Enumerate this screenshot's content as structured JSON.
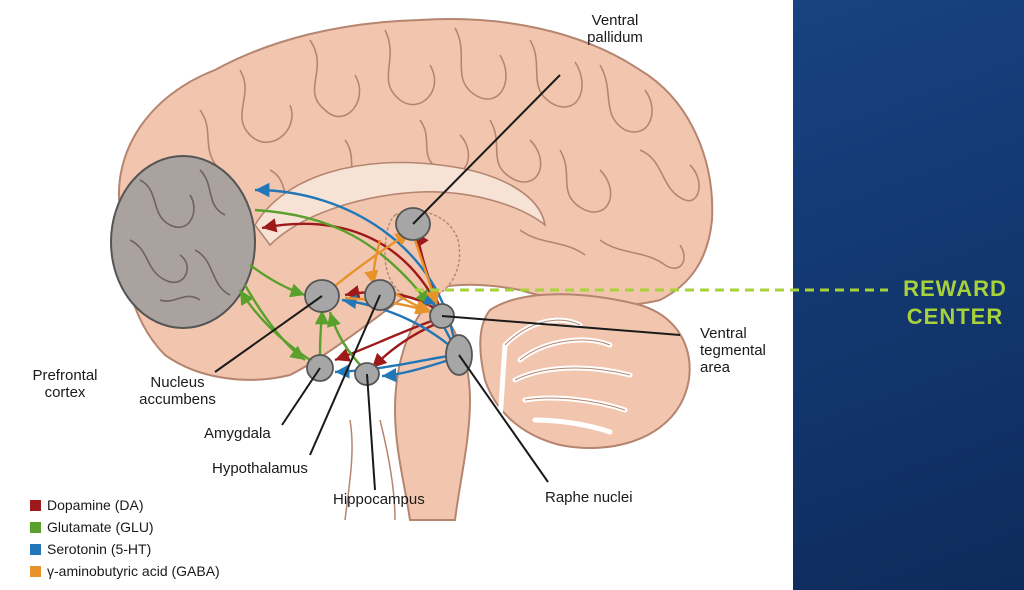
{
  "labels": {
    "ventral_pallidum": "Ventral\npallidum",
    "prefrontal_cortex": "Prefrontal\ncortex",
    "nucleus_accumbens": "Nucleus\naccumbens",
    "amygdala": "Amygdala",
    "hypothalamus": "Hypothalamus",
    "hippocampus": "Hippocampus",
    "raphe_nuclei": "Raphe nuclei",
    "ventral_tegmental_area": "Ventral\ntegmental\narea"
  },
  "legend": [
    {
      "label": "Dopamine (DA)",
      "color": "#9e1a1a"
    },
    {
      "label": "Glutamate (GLU)",
      "color": "#5aa02c"
    },
    {
      "label": "Serotonin (5-HT)",
      "color": "#2277b8"
    },
    {
      "label": "γ-aminobutyric acid (GABA)",
      "color": "#e8922a"
    }
  ],
  "reward_center": "REWARD\nCENTER",
  "colors": {
    "brain": "#f2c6ae",
    "brain_outline": "#b58570",
    "nucleus": "#a6a6a6",
    "reward_accent": "#a8d23a",
    "background": "#163f7c"
  }
}
